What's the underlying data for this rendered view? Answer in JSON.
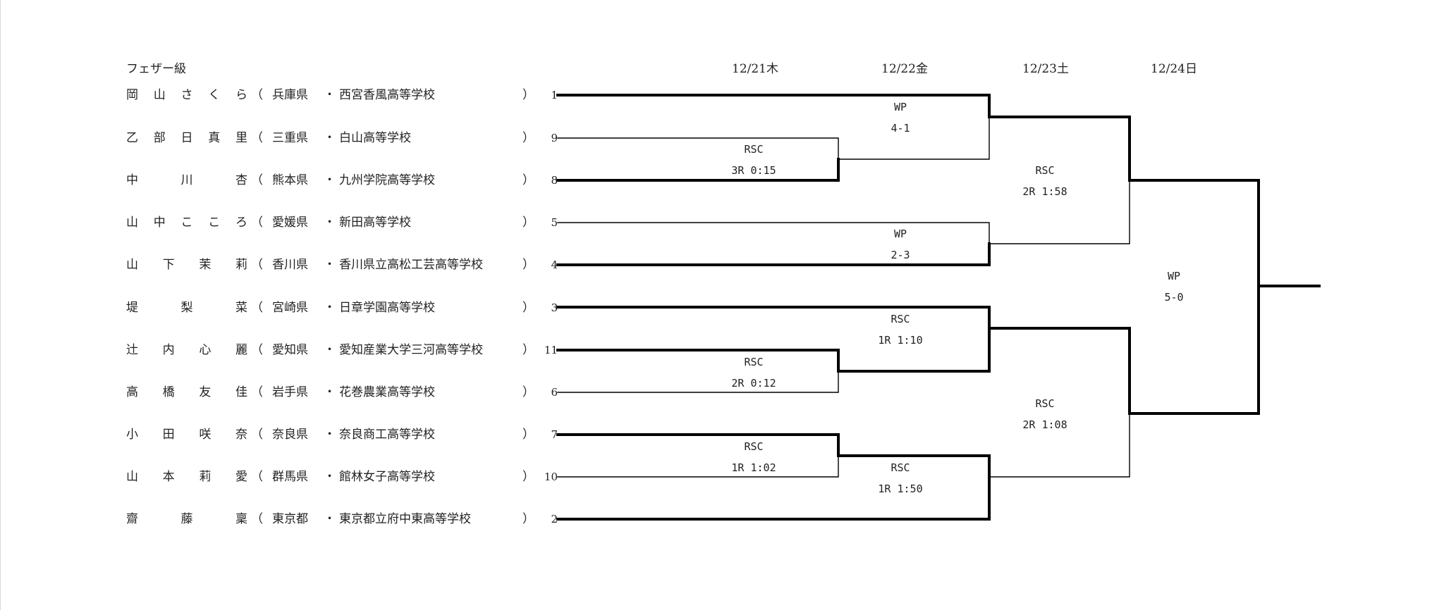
{
  "division": "フェザー級",
  "dates": [
    "12/21木",
    "12/22金",
    "12/23土",
    "12/24日"
  ],
  "entries": [
    {
      "name": [
        "岡",
        "山",
        "さ",
        "く",
        "ら"
      ],
      "prefecture": "兵庫県",
      "school": "西宮香風高等学校",
      "seed": "1"
    },
    {
      "name": [
        "乙",
        "部",
        "日",
        "真",
        "里"
      ],
      "prefecture": "三重県",
      "school": "白山高等学校",
      "seed": "9"
    },
    {
      "name": [
        "中",
        "川",
        "杏"
      ],
      "prefecture": "熊本県",
      "school": "九州学院高等学校",
      "seed": "8"
    },
    {
      "name": [
        "山",
        "中",
        "こ",
        "こ",
        "ろ"
      ],
      "prefecture": "愛媛県",
      "school": "新田高等学校",
      "seed": "5"
    },
    {
      "name": [
        "山",
        "下",
        "茉",
        "莉"
      ],
      "prefecture": "香川県",
      "school": "香川県立高松工芸高等学校",
      "seed": "4"
    },
    {
      "name": [
        "堤",
        "梨",
        "菜"
      ],
      "prefecture": "宮崎県",
      "school": "日章学園高等学校",
      "seed": "3"
    },
    {
      "name": [
        "辻",
        "内",
        "心",
        "麗"
      ],
      "prefecture": "愛知県",
      "school": "愛知産業大学三河高等学校",
      "seed": "11"
    },
    {
      "name": [
        "高",
        "橋",
        "友",
        "佳"
      ],
      "prefecture": "岩手県",
      "school": "花巻農業高等学校",
      "seed": "6"
    },
    {
      "name": [
        "小",
        "田",
        "咲",
        "奈"
      ],
      "prefecture": "奈良県",
      "school": "奈良商工高等学校",
      "seed": "7"
    },
    {
      "name": [
        "山",
        "本",
        "莉",
        "愛"
      ],
      "prefecture": "群馬県",
      "school": "館林女子高等学校",
      "seed": "10"
    },
    {
      "name": [
        "齋",
        "藤",
        "稟"
      ],
      "prefecture": "東京都",
      "school": "東京都立府中東高等学校",
      "seed": "2"
    }
  ],
  "punct": {
    "open": "（",
    "dot": "・",
    "close": "）"
  },
  "results": [
    {
      "method": "RSC",
      "detail": "3R 0:15"
    },
    {
      "method": "RSC",
      "detail": "2R 0:12"
    },
    {
      "method": "RSC",
      "detail": "1R 1:02"
    },
    {
      "method": "WP",
      "detail": "4-1"
    },
    {
      "method": "WP",
      "detail": "2-3"
    },
    {
      "method": "RSC",
      "detail": "1R 1:10"
    },
    {
      "method": "RSC",
      "detail": "1R 1:50"
    },
    {
      "method": "RSC",
      "detail": "2R 1:58"
    },
    {
      "method": "RSC",
      "detail": "2R 1:08"
    },
    {
      "method": "WP",
      "detail": "5-0"
    }
  ]
}
